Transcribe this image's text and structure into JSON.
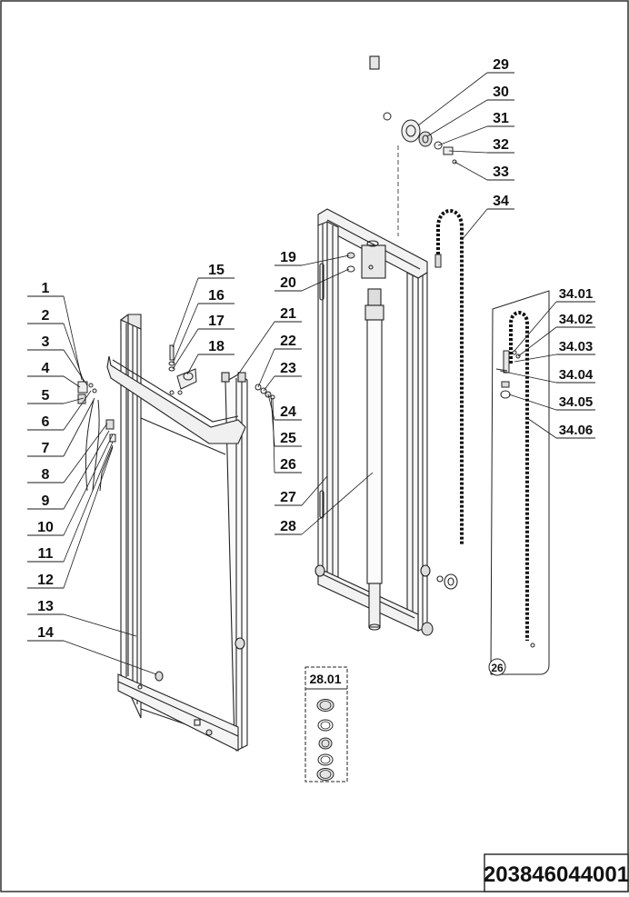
{
  "drawing_number": "203846044001",
  "callouts": [
    "1",
    "2",
    "3",
    "4",
    "5",
    "6",
    "7",
    "8",
    "9",
    "10",
    "11",
    "12",
    "13",
    "14",
    "15",
    "16",
    "17",
    "18",
    "19",
    "20",
    "21",
    "22",
    "23",
    "24",
    "25",
    "26",
    "27",
    "28",
    "29",
    "30",
    "31",
    "32",
    "33",
    "34",
    "34.01",
    "34.02",
    "34.03",
    "34.04",
    "34.05",
    "34.06"
  ],
  "detail_box_label": "28.01",
  "chain_detail_ref": "26",
  "colors": {
    "line": "#1a1a1a",
    "background": "#ffffff"
  }
}
